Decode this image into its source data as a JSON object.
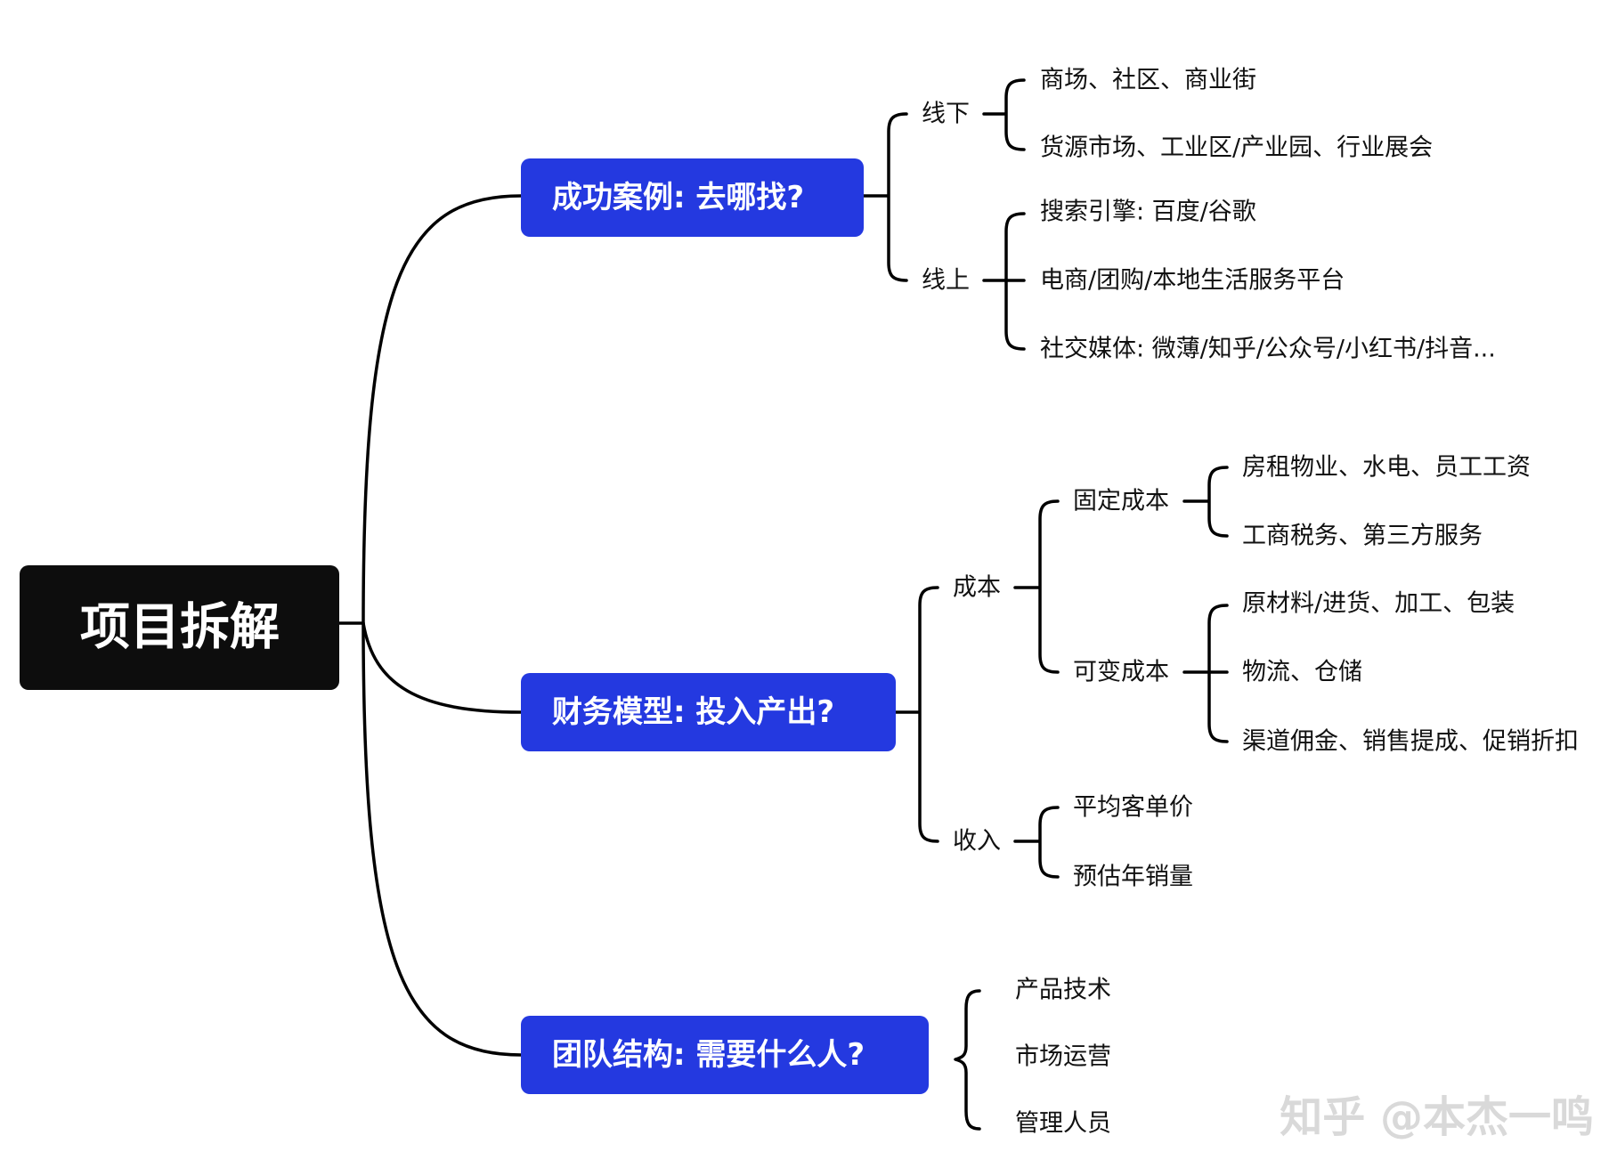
{
  "root": {
    "label": "项目拆解"
  },
  "branches": [
    {
      "label": "成功案例: 去哪找?",
      "groups": [
        {
          "label": "线下",
          "items": [
            "商场、社区、商业街",
            "货源市场、工业区/产业园、行业展会"
          ]
        },
        {
          "label": "线上",
          "items": [
            "搜索引擎: 百度/谷歌",
            "电商/团购/本地生活服务平台",
            "社交媒体: 微薄/知乎/公众号/小红书/抖音..."
          ]
        }
      ]
    },
    {
      "label": "财务模型: 投入产出?",
      "cost": {
        "label": "成本",
        "fixed": {
          "label": "固定成本",
          "items": [
            "房租物业、水电、员工工资",
            "工商税务、第三方服务"
          ]
        },
        "variable": {
          "label": "可变成本",
          "items": [
            "原材料/进货、加工、包装",
            "物流、仓储",
            "渠道佣金、销售提成、促销折扣"
          ]
        }
      },
      "revenue": {
        "label": "收入",
        "items": [
          "平均客单价",
          "预估年销量"
        ]
      }
    },
    {
      "label": "团队结构: 需要什么人?",
      "items": [
        "产品技术",
        "市场运营",
        "管理人员"
      ]
    }
  ],
  "watermark": "知乎 @本杰一鸣",
  "colors": {
    "root_bg": "#0d0d0d",
    "branch_bg": "#2439e0",
    "line": "#000000"
  }
}
